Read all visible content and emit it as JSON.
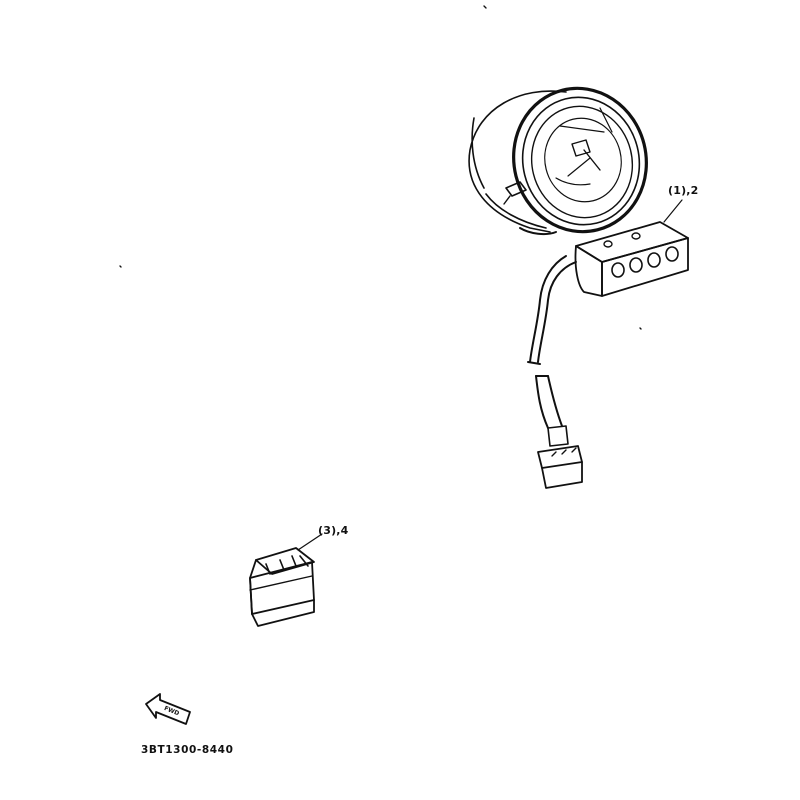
{
  "diagram": {
    "callouts": [
      {
        "text": "(1),2",
        "part": "meter-indicator-assembly"
      },
      {
        "text": "(3),4",
        "part": "relay-unit"
      }
    ],
    "direction_arrow_label": "FWD",
    "drawing_code": "3BT1300-8440"
  },
  "colors": {
    "line": "#111111",
    "background": "#ffffff"
  }
}
